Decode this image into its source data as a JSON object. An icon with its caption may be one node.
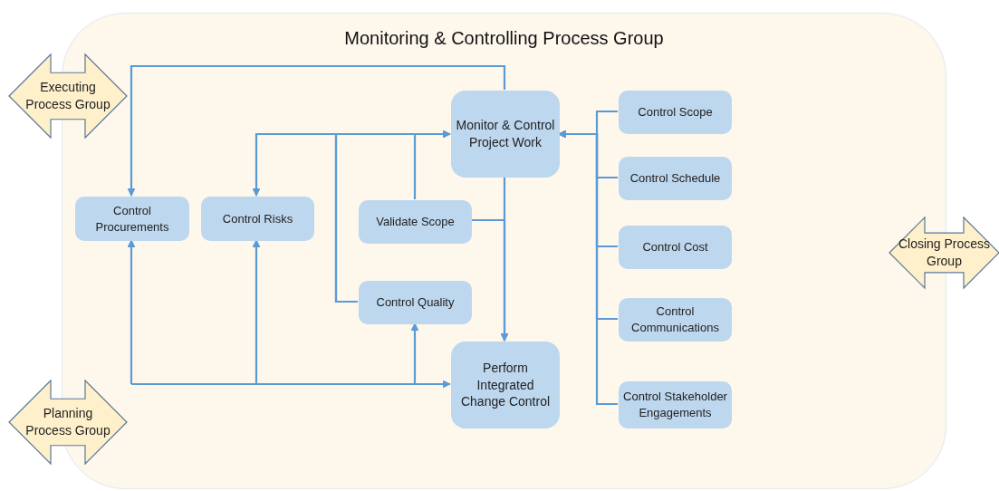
{
  "diagram": {
    "nodes": [
      {
        "text": [
          "Monitoring & Controlling Process Group"
        ]
      },
      {
        "text": [
          "Executing Process Group"
        ]
      },
      {
        "text": [
          "Planning Process Group"
        ]
      },
      {
        "text": [
          "Closing Process Group"
        ]
      },
      {
        "text": [
          "Control Procurements"
        ],
        "in": 0
      },
      {
        "text": [
          "Control Risks"
        ],
        "in": 0
      },
      {
        "text": [
          "Validate Scope"
        ],
        "in": 0
      },
      {
        "text": [
          "Control Quality"
        ],
        "in": 0
      },
      {
        "text": [
          "Monitor & Control Project Work"
        ],
        "in": 0
      },
      {
        "text": [
          "Perform Integrated Change Control"
        ],
        "in": 0
      },
      {
        "text": [
          "Control Scope"
        ],
        "in": 0
      },
      {
        "text": [
          "Control Schedule"
        ],
        "in": 0
      },
      {
        "text": [
          "Control Cost"
        ],
        "in": 0
      },
      {
        "text": [
          "Control Communications"
        ],
        "in": 0
      },
      {
        "text": [
          "Control Stakeholder Engagements"
        ],
        "in": 0
      }
    ],
    "edges": [
      {
        "from": 8,
        "to": 4,
        "arrow": "to"
      },
      {
        "from": 7,
        "to": 8,
        "arrow": "to"
      },
      {
        "from": 7,
        "to": 5,
        "arrow": "to"
      },
      {
        "from": 6,
        "to": 8,
        "arrow": "to"
      },
      {
        "from": 8,
        "to": 9,
        "arrow": "to"
      },
      {
        "from": 6,
        "to": 9,
        "arrow": "to"
      },
      {
        "from": null,
        "to": 4,
        "arrow": "to"
      },
      {
        "from": null,
        "to": 5,
        "arrow": "to"
      },
      {
        "from": null,
        "to": 7,
        "arrow": "to"
      },
      {
        "from": null,
        "to": 9,
        "arrow": "to"
      },
      {
        "from": 10,
        "to": 8,
        "arrow": "to"
      },
      {
        "from": 11,
        "to": 8,
        "arrow": "to"
      },
      {
        "from": 12,
        "to": 8,
        "arrow": "to"
      },
      {
        "from": 13,
        "to": 8,
        "arrow": "to"
      },
      {
        "from": 14,
        "to": 8,
        "arrow": "to"
      }
    ]
  }
}
